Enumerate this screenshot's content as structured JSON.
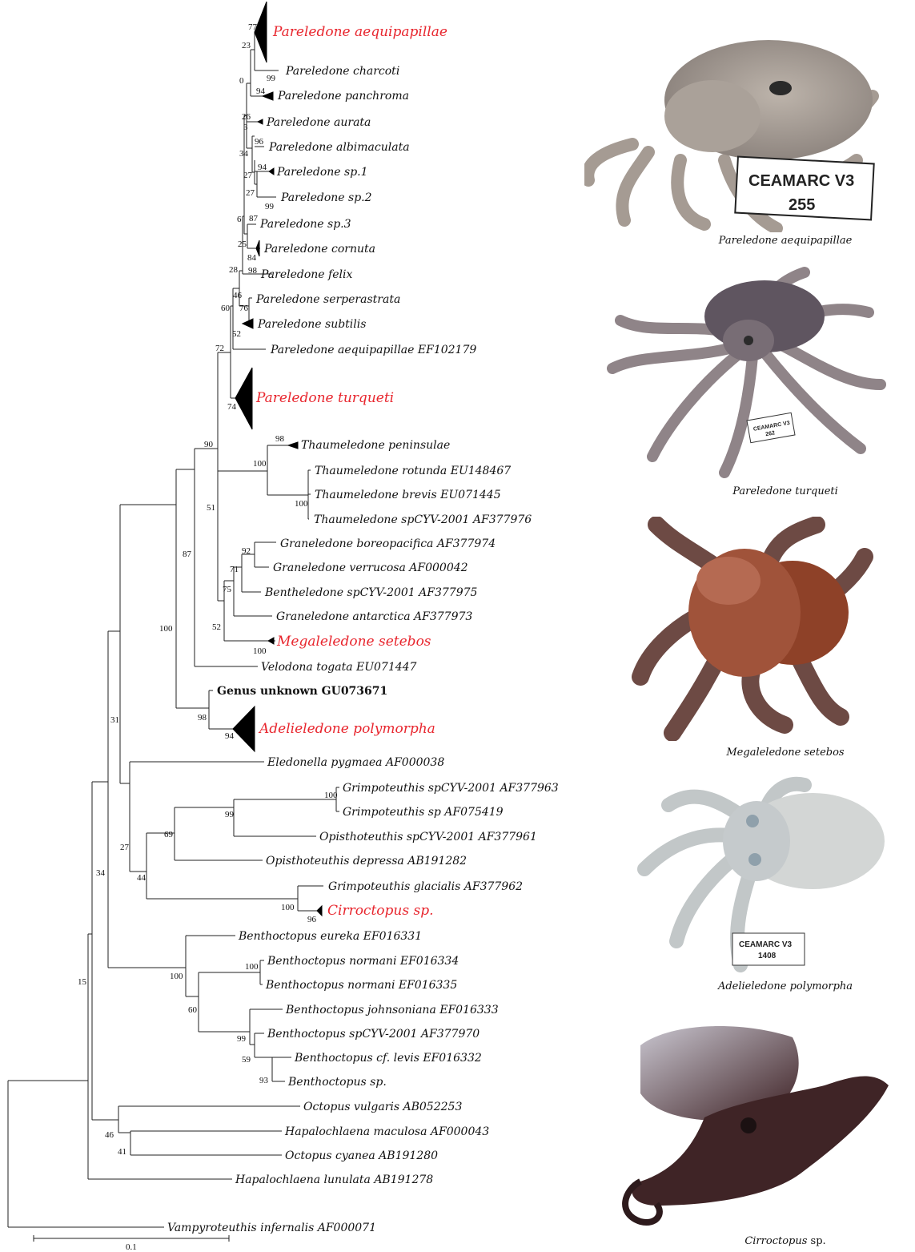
{
  "taxa": {
    "t1": "Pareledone aequipapillae",
    "t2": "Pareledone charcoti",
    "t3": "Pareledone panchroma",
    "t4": "Pareledone aurata",
    "t5": "Pareledone albimaculata",
    "t6": "Pareledone sp.1",
    "t7": "Pareledone sp.2",
    "t8": "Pareledone sp.3",
    "t9": "Pareledone cornuta",
    "t10": "Pareledone felix",
    "t11": "Pareledone serperastrata",
    "t12": "Pareledone subtilis",
    "t13": "Pareledone aequipapillae EF102179",
    "t14": "Pareledone turqueti",
    "t15": "Thaumeledone peninsulae",
    "t16": "Thaumeledone rotunda EU148467",
    "t17": "Thaumeledone brevis EU071445",
    "t18": "Thaumeledone spCYV-2001 AF377976",
    "t19": "Graneledone boreopacifica AF377974",
    "t20": "Graneledone verrucosa AF000042",
    "t21": "Bentheledone spCYV-2001 AF377975",
    "t22": "Graneledone antarctica AF377973",
    "t23": "Megaleledone setebos",
    "t24": "Velodona togata EU071447",
    "t25": "Genus unknown  GU073671",
    "t26": "Adelieledone polymorpha",
    "t27": "Eledonella pygmaea AF000038",
    "t28": "Grimpoteuthis spCYV-2001 AF377963",
    "t29": "Grimpoteuthis sp AF075419",
    "t30": "Opisthoteuthis spCYV-2001 AF377961",
    "t31": "Opisthoteuthis depressa AB191282",
    "t32": "Grimpoteuthis glacialis AF377962",
    "t33": "Cirroctopus sp.",
    "t34": "Benthoctopus eureka EF016331",
    "t35": "Benthoctopus normani EF016334",
    "t36": "Benthoctopus normani EF016335",
    "t37": "Benthoctopus johnsoniana EF016333",
    "t38": "Benthoctopus spCYV-2001 AF377970",
    "t39": "Benthoctopus cf. levis EF016332",
    "t40": "Benthoctopus sp.",
    "t41": "Octopus vulgaris AB052253",
    "t42": "Hapalochlaena maculosa AF000043",
    "t43": "Octopus cyanea AB191280",
    "t44": "Hapalochlaena lunulata AB191278",
    "t45": "Vampyroteuthis infernalis AF000071"
  },
  "support": {
    "s1": "77",
    "s2": "23",
    "s3": "99",
    "s4": "0",
    "s5": "94",
    "s6": "26",
    "s7": "3",
    "s8": "96",
    "s9": "34",
    "s10": "94",
    "s11": "27",
    "s12": "27",
    "s13": "99",
    "s14": "6",
    "s15": "87",
    "s16": "25",
    "s17": "84",
    "s18": "28",
    "s19": "98",
    "s20": "46",
    "s21": "76",
    "s22": "60",
    "s23": "52",
    "s24": "72",
    "s25": "74",
    "s26": "90",
    "s27": "98",
    "s28": "100",
    "s29": "100",
    "s30": "51",
    "s31": "92",
    "s32": "71",
    "s33": "75",
    "s34": "52",
    "s35": "100",
    "s36": "87",
    "s37": "100",
    "s38": "98",
    "s39": "94",
    "s40": "31",
    "s41": "27",
    "s42": "100",
    "s43": "99",
    "s44": "69",
    "s45": "44",
    "s46": "100",
    "s47": "96",
    "s48": "34",
    "s49": "100",
    "s50": "100",
    "s51": "60",
    "s52": "99",
    "s53": "59",
    "s54": "93",
    "s55": "15",
    "s56": "46",
    "s57": "41"
  },
  "scale_bar": {
    "label": "0.1"
  },
  "photos": [
    {
      "caption": "Pareledone aequipapillae",
      "tag_line1": "CEAMARC V3",
      "tag_line2": "255"
    },
    {
      "caption": "Pareledone turqueti",
      "tag_line1": "CEAMARC V3",
      "tag_line2": "262"
    },
    {
      "caption": "Megaleledone setebos"
    },
    {
      "caption": "Adelieledone polymorpha",
      "tag_line1": "CEAMARC V3",
      "tag_line2": "1408"
    },
    {
      "caption": "Cirroctopus",
      "caption_suffix": " sp."
    }
  ],
  "colors": {
    "highlight": "#e8262e",
    "branch": "#222222"
  }
}
